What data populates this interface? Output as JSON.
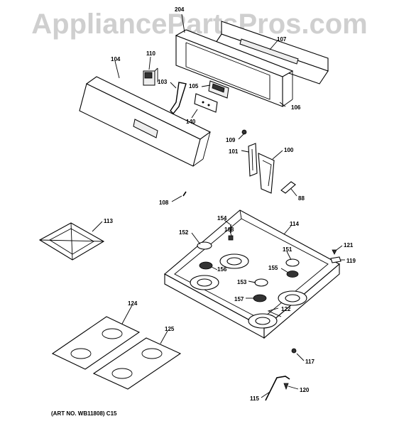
{
  "watermark": "AppliancePartsPros.com",
  "art_number": "(ART NO. WB11808) C15",
  "labels": {
    "p204": "204",
    "p107": "107",
    "p104": "104",
    "p110": "110",
    "p103": "103",
    "p105": "105",
    "p106": "106",
    "p140": "140",
    "p109": "109",
    "p101": "101",
    "p100": "100",
    "p88": "88",
    "p108": "108",
    "p113": "113",
    "p154": "154",
    "p114": "114",
    "p152": "152",
    "p168": "168",
    "p121": "121",
    "p151": "151",
    "p119": "119",
    "p156": "156",
    "p155": "155",
    "p153": "153",
    "p157": "157",
    "p122": "122",
    "p124": "124",
    "p125": "125",
    "p117": "117",
    "p115": "115",
    "p120": "120"
  }
}
